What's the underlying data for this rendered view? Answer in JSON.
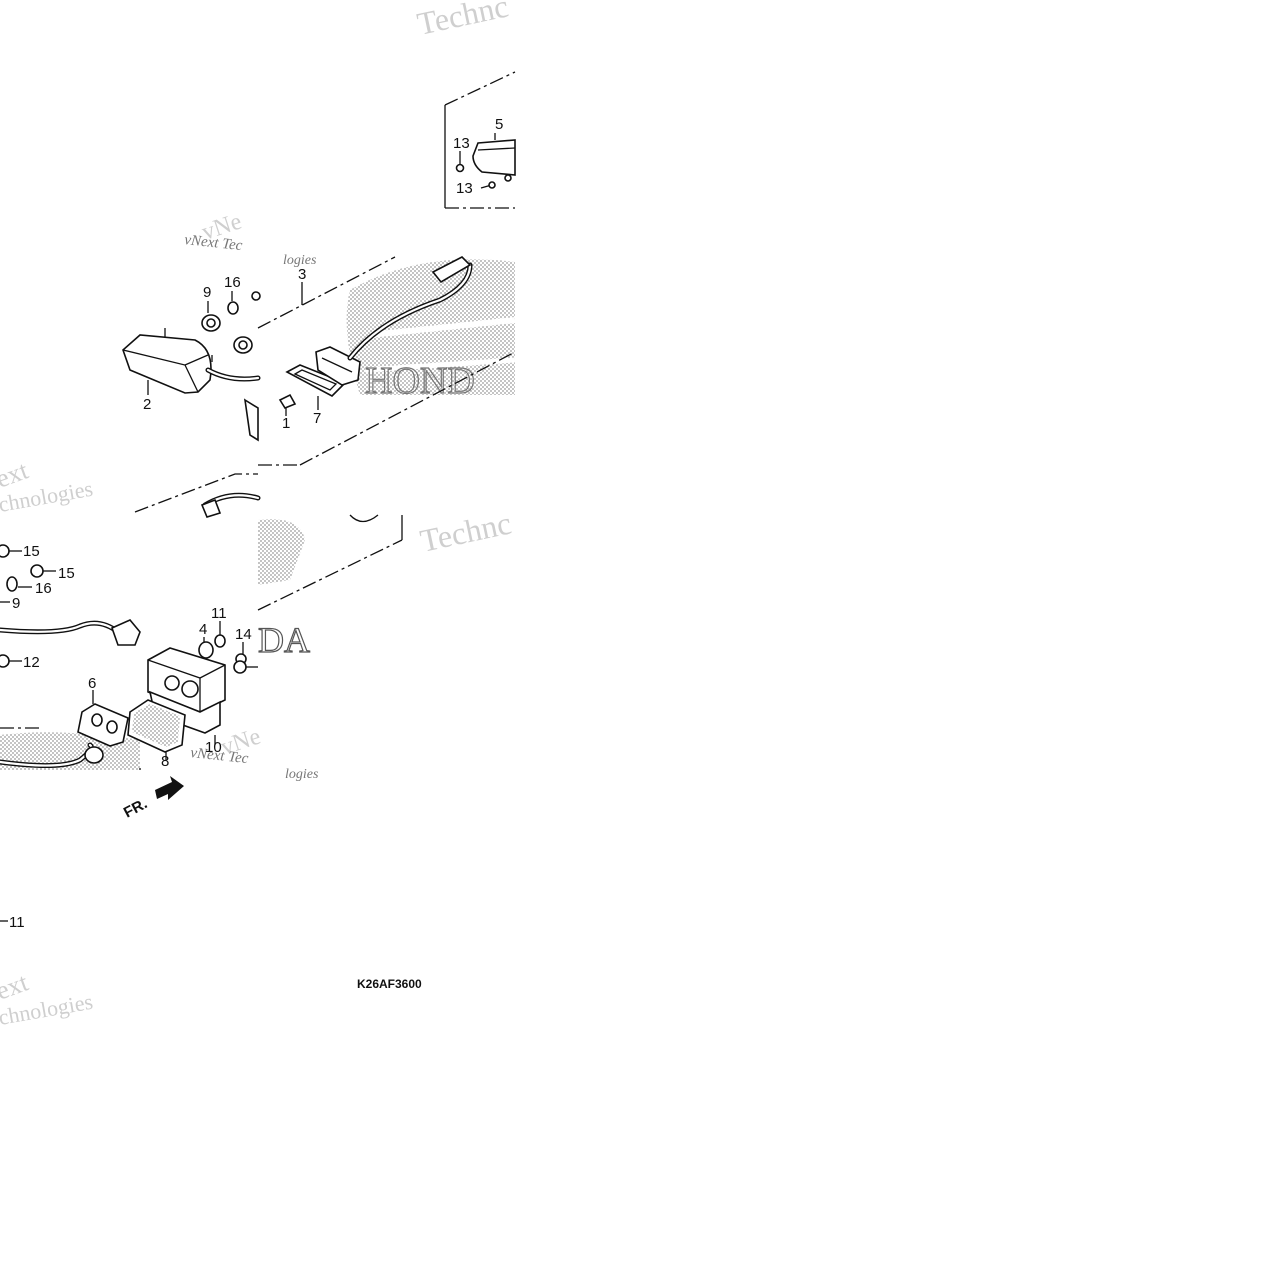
{
  "diagram": {
    "code": "K26AF3600",
    "front_arrow_label": "FR.",
    "watermarks": [
      "Technc",
      "vNext Tec",
      "logies",
      "vNe",
      "ext",
      "chnologies",
      "Technc",
      "vNe",
      "vNext Tec",
      "logies",
      "ext",
      "chnologies"
    ],
    "page_ref": "11",
    "callouts": [
      "13",
      "5",
      "13",
      "9",
      "16",
      "3",
      "2",
      "1",
      "7",
      "15",
      "15",
      "16",
      "9",
      "11",
      "4",
      "14",
      "12",
      "6",
      "8",
      "10"
    ]
  },
  "colors": {
    "ink": "#111111",
    "watermark": "#cfcfcf",
    "dots": "#9a9a9a"
  }
}
